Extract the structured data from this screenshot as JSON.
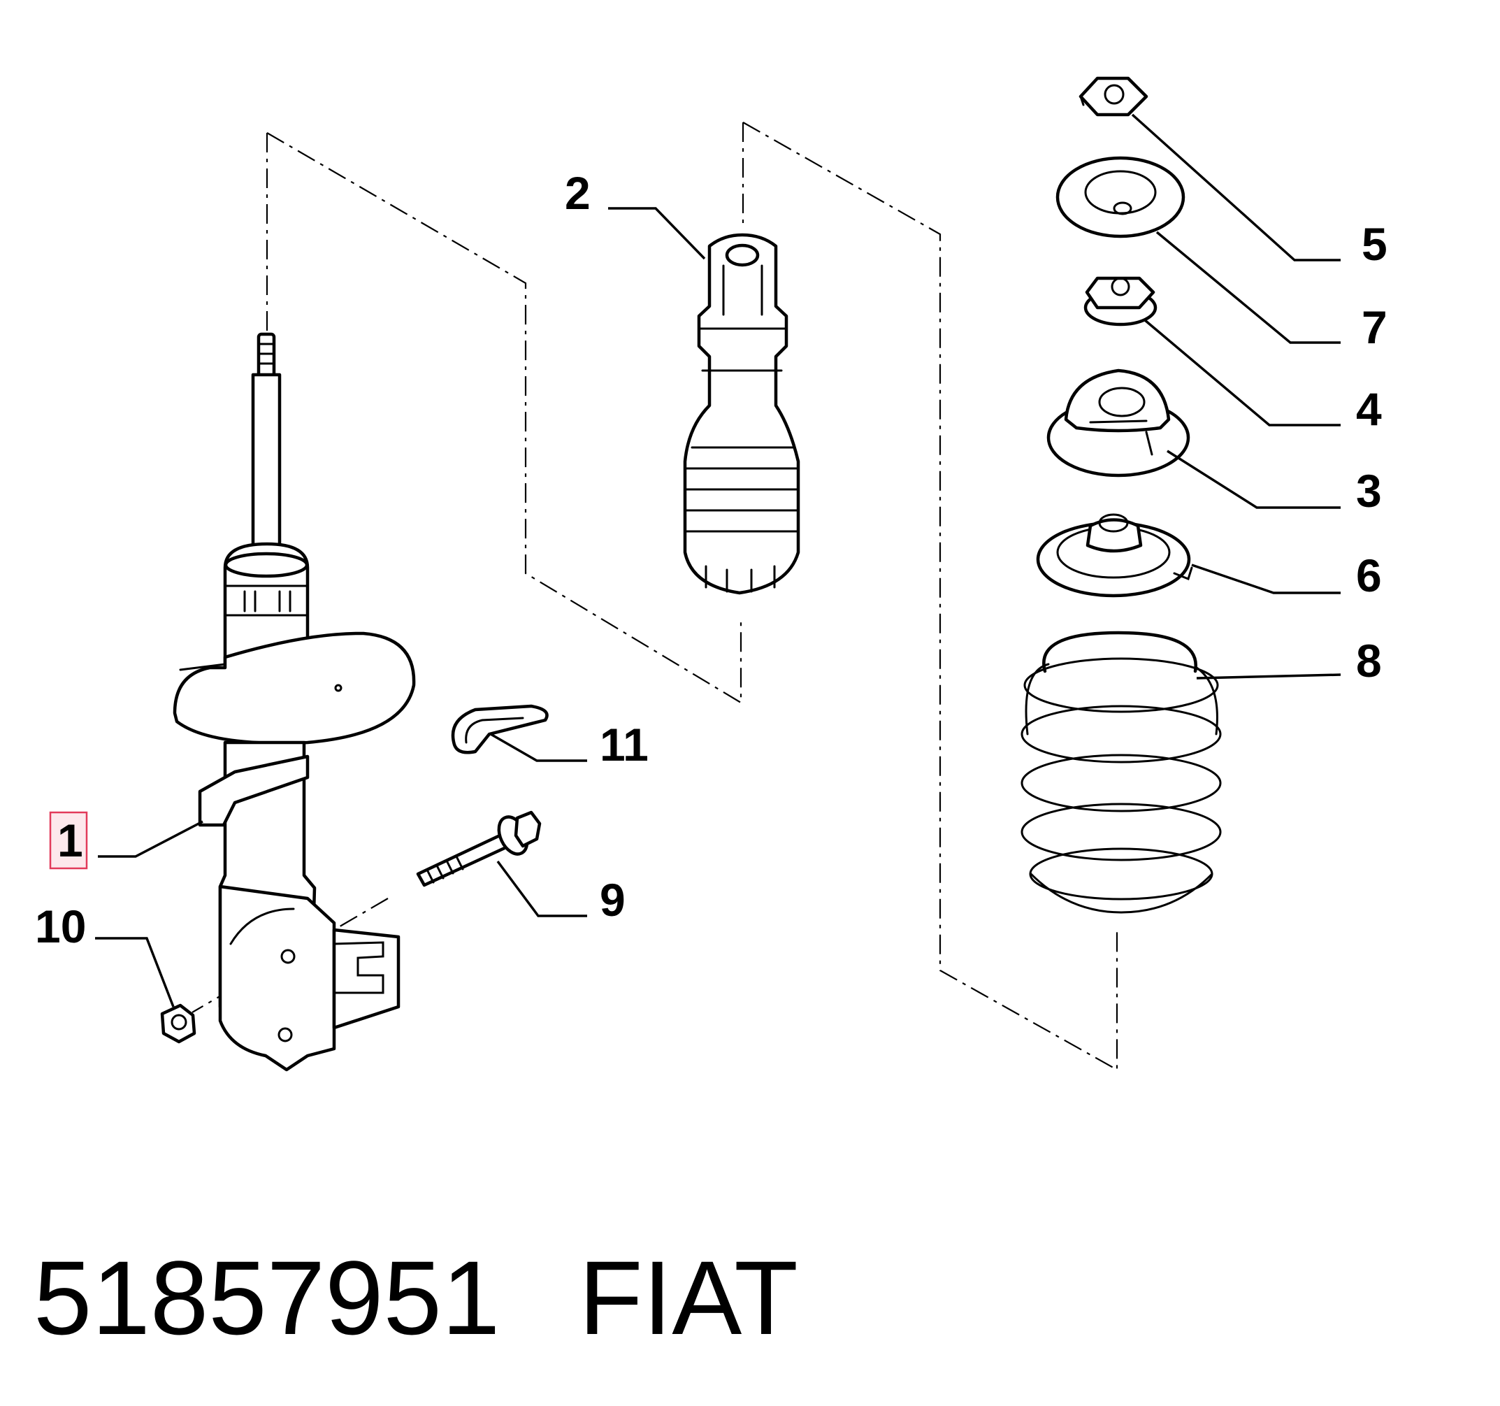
{
  "callouts": [
    {
      "id": "1",
      "label": "1",
      "highlighted": true
    },
    {
      "id": "2",
      "label": "2"
    },
    {
      "id": "3",
      "label": "3"
    },
    {
      "id": "4",
      "label": "4"
    },
    {
      "id": "5",
      "label": "5"
    },
    {
      "id": "6",
      "label": "6"
    },
    {
      "id": "7",
      "label": "7"
    },
    {
      "id": "8",
      "label": "8"
    },
    {
      "id": "9",
      "label": "9"
    },
    {
      "id": "10",
      "label": "10"
    },
    {
      "id": "11",
      "label": "11"
    }
  ],
  "footer": {
    "part_number": "51857951",
    "brand": "FIAT"
  },
  "colors": {
    "line": "#000000",
    "highlight_fill": "#fde8ec",
    "highlight_stroke": "#e23a5a",
    "background": "#ffffff"
  }
}
